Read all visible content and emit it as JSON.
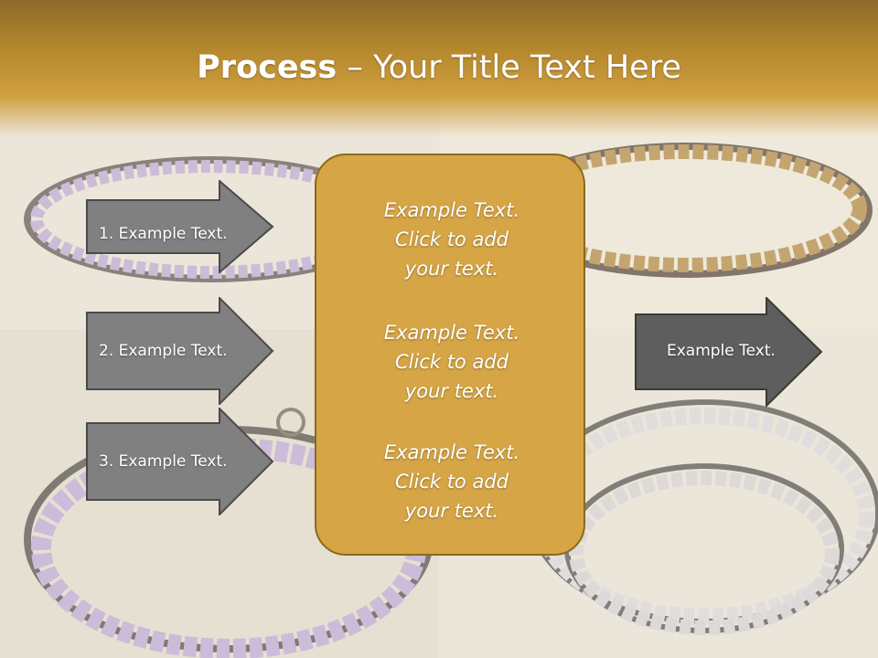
{
  "slide": {
    "title_bold": "Process",
    "title_rest": " – Your Title Text Here",
    "left_arrows": [
      {
        "label": "1. Example Text."
      },
      {
        "label": "2. Example Text."
      },
      {
        "label": "3. Example Text."
      }
    ],
    "center_blocks": [
      {
        "lines": [
          "Example Text.",
          "Click  to add",
          "your text."
        ]
      },
      {
        "lines": [
          "Example Text.",
          "Click  to add",
          "your text."
        ]
      },
      {
        "lines": [
          "Example Text.",
          "Click  to add",
          "your text."
        ]
      }
    ],
    "right_arrow": {
      "label": "Example Text."
    }
  },
  "colors": {
    "header": "#b4872d",
    "center_box": "#d6a545",
    "arrow_fill": "#808080",
    "right_arrow_fill": "#5e5e5e"
  }
}
